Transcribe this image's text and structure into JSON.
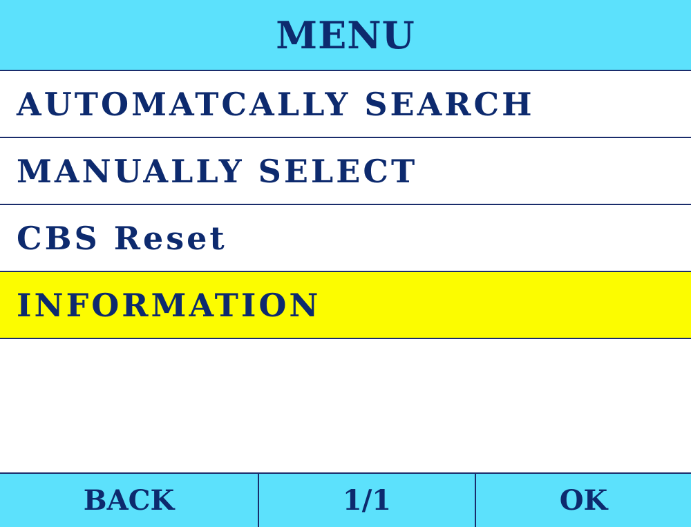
{
  "header": {
    "title": "MENU"
  },
  "menu": {
    "items": [
      {
        "label": "AUTOMATCALLY SEARCH",
        "selected": false
      },
      {
        "label": "MANUALLY SELECT",
        "selected": false
      },
      {
        "label": "CBS Reset",
        "selected": false
      },
      {
        "label": "INFORMATION",
        "selected": true
      }
    ]
  },
  "footer": {
    "back_label": "BACK",
    "page_indicator": "1/1",
    "ok_label": "OK"
  },
  "colors": {
    "header_bg": "#5ce1fc",
    "selected_bg": "#fcfc00",
    "text": "#0d2a6e",
    "divider": "#1a2c6b"
  }
}
